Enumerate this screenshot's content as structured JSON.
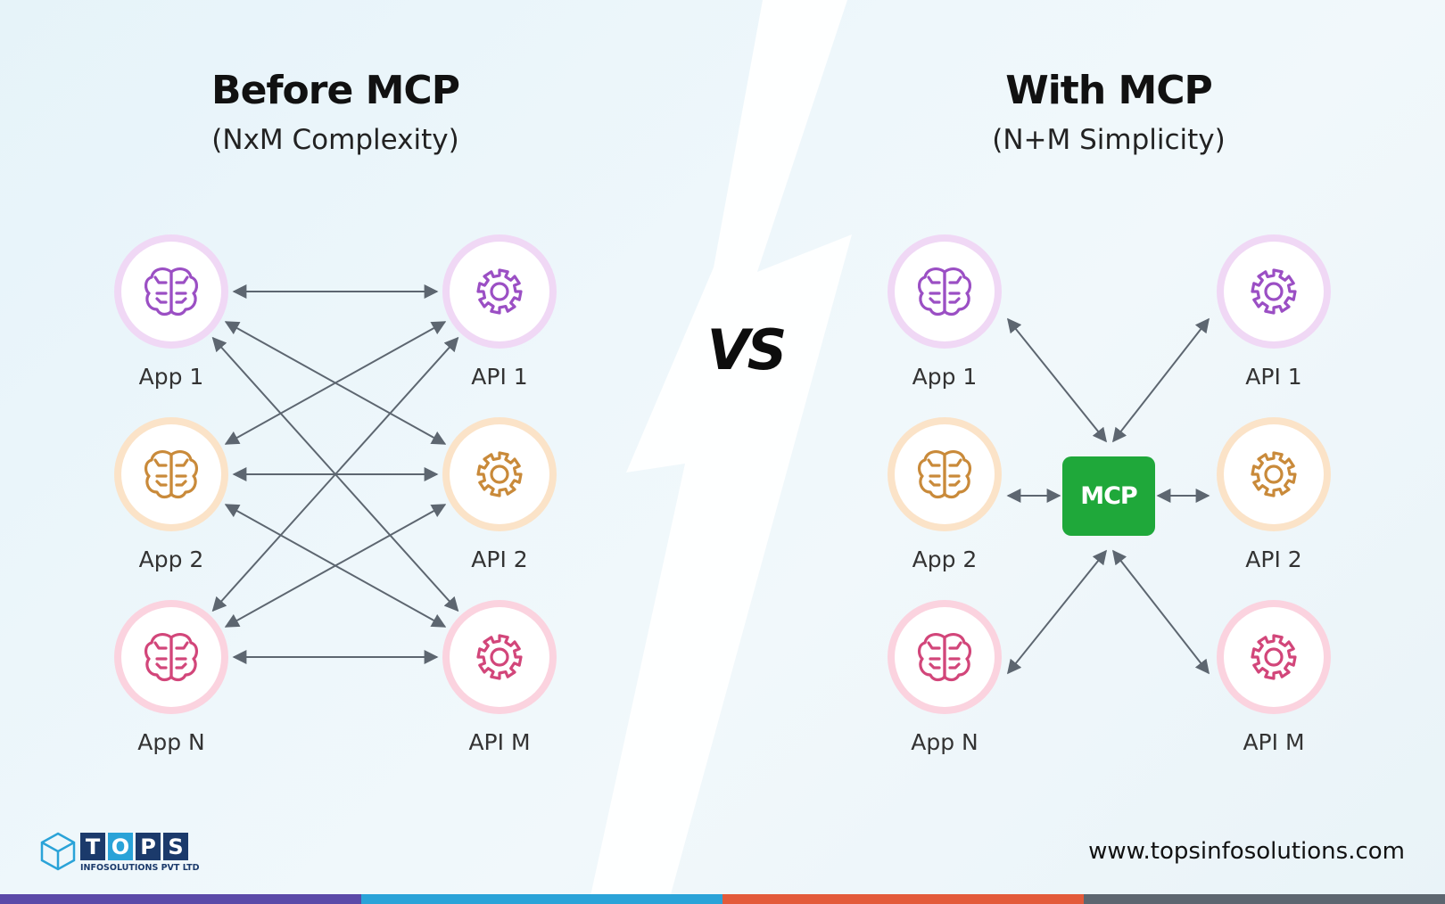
{
  "left": {
    "title": "Before MCP",
    "subtitle": "(NxM Complexity)",
    "apps": [
      "App 1",
      "App 2",
      "App N"
    ],
    "apis": [
      "API 1",
      "API 2",
      "API M"
    ]
  },
  "right": {
    "title": "With MCP",
    "subtitle": "(N+M Simplicity)",
    "apps": [
      "App 1",
      "App 2",
      "App N"
    ],
    "apis": [
      "API 1",
      "API 2",
      "API M"
    ],
    "hub": "MCP"
  },
  "vs": "VS",
  "website": "www.topsinfosolutions.com",
  "logo": {
    "letters": [
      "T",
      "O",
      "P",
      "S"
    ],
    "subtext": "INFOSOLUTIONS PVT LTD"
  },
  "colors": {
    "row1": {
      "ring": "#f0d8f5",
      "icon": "#9b4fc4"
    },
    "row2": {
      "ring": "#fbe3c8",
      "icon": "#c98a3a"
    },
    "row3": {
      "ring": "#fbd3df",
      "icon": "#d2467a"
    },
    "arrows": "#5d6670",
    "hub": "#1fa83a",
    "bar": [
      "#5b4aa8",
      "#2aa3d8",
      "#e35a3a",
      "#5d6670"
    ]
  },
  "icons": {
    "app": "brain-icon",
    "api": "gear-icon"
  }
}
